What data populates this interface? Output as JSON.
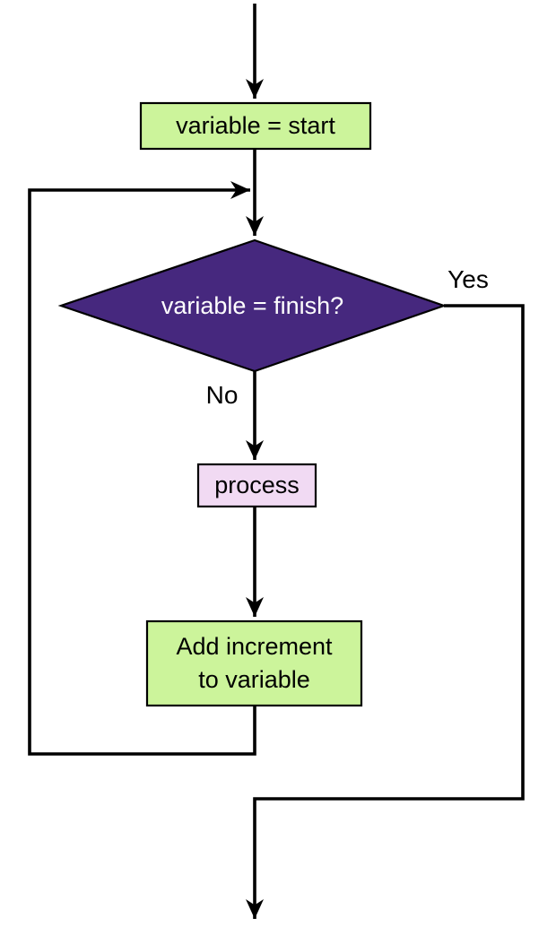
{
  "diagram": {
    "type": "flowchart",
    "nodes": {
      "start": {
        "label": "variable = start",
        "shape": "rectangle",
        "fill": "#ccf49b",
        "border": "#000000"
      },
      "decision": {
        "label": "variable = finish?",
        "shape": "diamond",
        "fill": "#46287e",
        "border": "#000000",
        "text_color": "#ffffff"
      },
      "process": {
        "label": "process",
        "shape": "rectangle",
        "fill": "#f1daf3",
        "border": "#000000"
      },
      "increment": {
        "line1": "Add increment",
        "line2": "to variable",
        "shape": "rectangle",
        "fill": "#ccf49b",
        "border": "#000000"
      }
    },
    "edge_labels": {
      "yes": "Yes",
      "no": "No"
    },
    "colors": {
      "line": "#000000",
      "background": "#ffffff"
    }
  }
}
